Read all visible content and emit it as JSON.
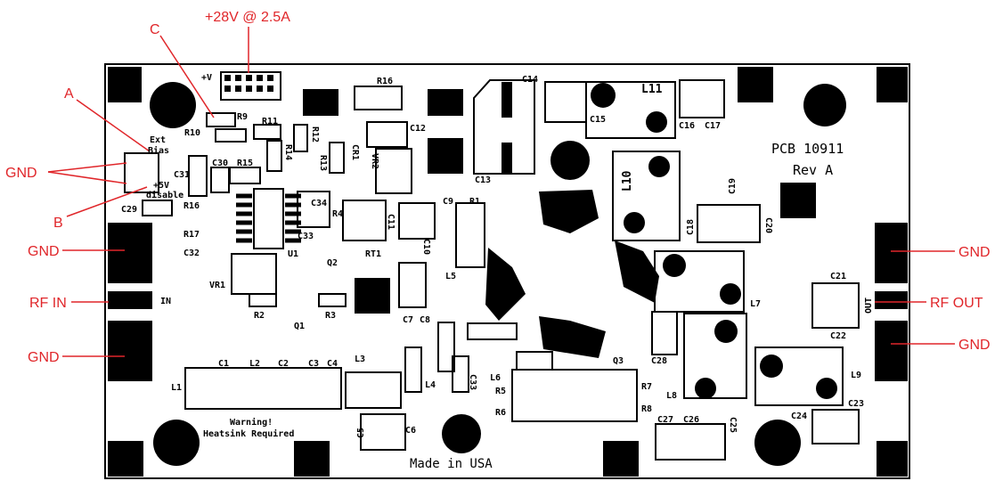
{
  "annotations": {
    "power": "+28V @ 2.5A",
    "a": "A",
    "b": "B",
    "c": "C",
    "gnd_left_top": "GND",
    "gnd_left_mid": "GND",
    "rf_in": "RF IN",
    "gnd_left_bottom": "GND",
    "gnd_right_top": "GND",
    "rf_out": "RF OUT",
    "gnd_right_bottom": "GND"
  },
  "board": {
    "pcb_id": "PCB  10911",
    "revision": "Rev  A",
    "made_in": "Made  in  USA",
    "warning_line1": "Warning!",
    "warning_line2": "Heatsink Required",
    "ext_bias_line1": "Ext",
    "ext_bias_line2": "Bias",
    "plus5v": "+5V",
    "disable": "disable",
    "plus_v": "+V",
    "in_label": "IN",
    "out_label": "OUT"
  },
  "designators": {
    "R16a": "R16",
    "C14": "C14",
    "L11": "L11",
    "R9": "R9",
    "R10": "R10",
    "R11": "R11",
    "R12": "R12",
    "C12": "C12",
    "C15": "C15",
    "C16": "C16",
    "C17": "C17",
    "CR1": "CR1",
    "R13": "R13",
    "R14": "R14",
    "VR2": "VR2",
    "C13": "C13",
    "C30": "C30",
    "R15": "R15",
    "C31": "C31",
    "L10": "L10",
    "C19": "C19",
    "C9": "C9",
    "R1": "R1",
    "C29": "C29",
    "R16b": "R16",
    "C34": "C34",
    "R4": "R4",
    "C11": "C11",
    "C18": "C18",
    "C20": "C20",
    "R17": "R17",
    "C33a": "C33",
    "U1": "U1",
    "RT1": "RT1",
    "C10": "C10",
    "C32": "C32",
    "Q2": "Q2",
    "C21": "C21",
    "L5": "L5",
    "VR1": "VR1",
    "L7": "L7",
    "R2": "R2",
    "R3": "R3",
    "C7": "C7",
    "C8": "C8",
    "C22": "C22",
    "Q1": "Q1",
    "C28": "C28",
    "L3": "L3",
    "Q3": "Q3",
    "L9": "L9",
    "C1": "C1",
    "L2": "L2",
    "C2": "C2",
    "C3": "C3",
    "C4": "C4",
    "C33b": "C33",
    "L6": "L6",
    "L1": "L1",
    "L4": "L4",
    "R5": "R5",
    "R7": "R7",
    "L8": "L8",
    "R6": "R6",
    "R8": "R8",
    "C23": "C23",
    "C24": "C24",
    "C27": "C27",
    "C26": "C26",
    "C25": "C25",
    "C5": "C5",
    "C6": "C6"
  },
  "colors": {
    "annotation": "#e0262a",
    "silkscreen": "#000000",
    "board": "#ffffff"
  }
}
